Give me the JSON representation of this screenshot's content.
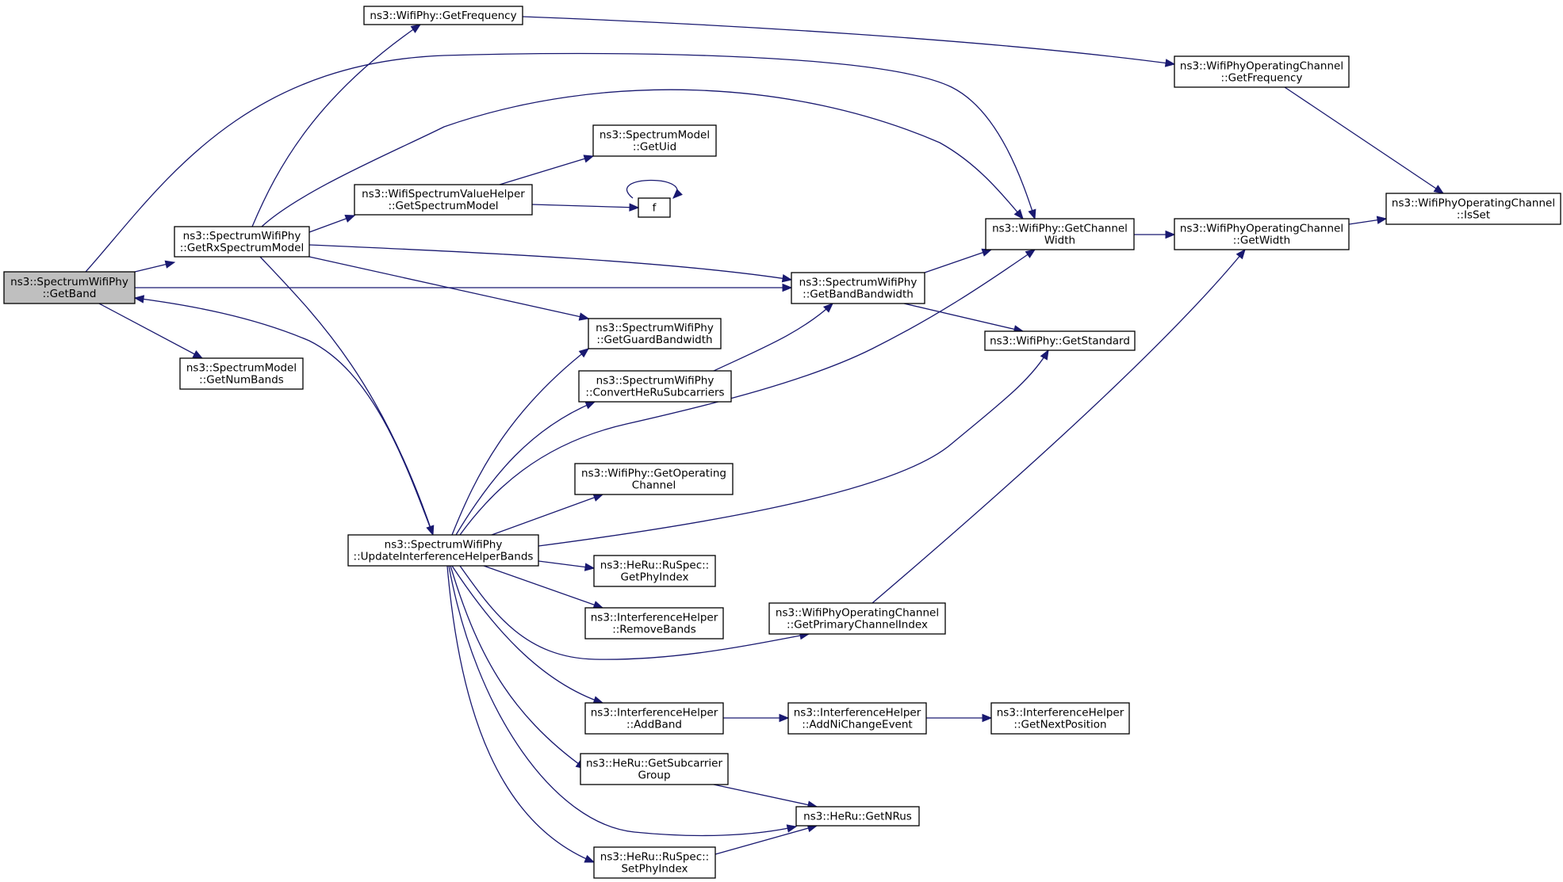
{
  "nodes": {
    "getband": [
      "ns3::SpectrumWifiPhy",
      "::GetBand"
    ],
    "getrxspec": [
      "ns3::SpectrumWifiPhy",
      "::GetRxSpectrumModel"
    ],
    "getnumbands": [
      "ns3::SpectrumModel",
      "::GetNumBands"
    ],
    "update": [
      "ns3::SpectrumWifiPhy",
      "::UpdateInterferenceHelperBands"
    ],
    "getfreq": [
      "ns3::WifiPhy::GetFrequency"
    ],
    "specgetuid": [
      "ns3::SpectrumModel",
      "::GetUid"
    ],
    "wsvh": [
      "ns3::WifiSpectrumValueHelper",
      "::GetSpectrumModel"
    ],
    "f": [
      "f"
    ],
    "guard": [
      "ns3::SpectrumWifiPhy",
      "::GetGuardBandwidth"
    ],
    "convert": [
      "ns3::SpectrumWifiPhy",
      "::ConvertHeRuSubcarriers"
    ],
    "getopch": [
      "ns3::WifiPhy::GetOperating",
      "Channel"
    ],
    "getphyidx": [
      "ns3::HeRu::RuSpec::",
      "GetPhyIndex"
    ],
    "removebands": [
      "ns3::InterferenceHelper",
      "::RemoveBands"
    ],
    "addband": [
      "ns3::InterferenceHelper",
      "::AddBand"
    ],
    "subgroup": [
      "ns3::HeRu::GetSubcarrier",
      "Group"
    ],
    "setphyidx": [
      "ns3::HeRu::RuSpec::",
      "SetPhyIndex"
    ],
    "bandbw": [
      "ns3::SpectrumWifiPhy",
      "::GetBandBandwidth"
    ],
    "primidx": [
      "ns3::WifiPhyOperatingChannel",
      "::GetPrimaryChannelIndex"
    ],
    "addni": [
      "ns3::InterferenceHelper",
      "::AddNiChangeEvent"
    ],
    "getnrus": [
      "ns3::HeRu::GetNRus"
    ],
    "chwidth": [
      "ns3::WifiPhy::GetChannel",
      "Width"
    ],
    "getstd": [
      "ns3::WifiPhy::GetStandard"
    ],
    "nextpos": [
      "ns3::InterferenceHelper",
      "::GetNextPosition"
    ],
    "opfreq": [
      "ns3::WifiPhyOperatingChannel",
      "::GetFrequency"
    ],
    "opwidth": [
      "ns3::WifiPhyOperatingChannel",
      "::GetWidth"
    ],
    "isset": [
      "ns3::WifiPhyOperatingChannel",
      "::IsSet"
    ]
  },
  "colors": {
    "edge": "#191970",
    "node_border": "#000000",
    "node_fill": "#ffffff",
    "root_fill": "#bfbfbf"
  }
}
